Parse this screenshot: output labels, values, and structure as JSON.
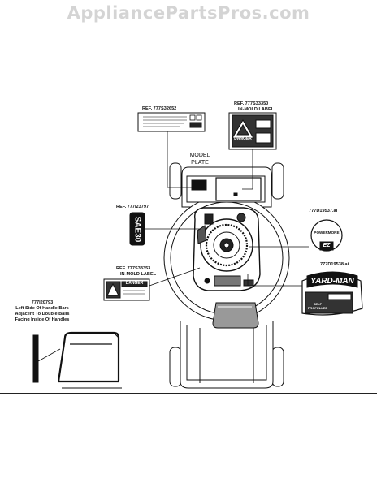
{
  "watermark": "AppliancePartsPros.com",
  "callouts": {
    "ref_top": "REF. 777S32652",
    "ref_right_top": "REF. 777S33350",
    "ref_right_top_sub": "IN-MOLD LABEL",
    "model_plate_line1": "MODEL",
    "model_plate_line2": "PLATE",
    "ref_sae": "REF. 777I23797",
    "ref_bottom": "REF. 777S33353",
    "ref_bottom_sub": "IN-MOLD LABEL",
    "ref_powermore": "777D19537.ai",
    "ref_yardman": "777D19538.ai",
    "handle_ref": "777I20793",
    "handle_line1": "Left Side Of Handle Bars",
    "handle_line2": "Adjacent To Double Bails",
    "handle_line3": "Facing Inside Of Handles"
  },
  "decals": {
    "sae": "SAE30",
    "danger": "DANGER",
    "danger_top": "DANGER",
    "powermore": "POWERMORE",
    "ez": "EZ",
    "yardman": "YARD-MAN",
    "selfprop": "SELF PROPELLED"
  }
}
